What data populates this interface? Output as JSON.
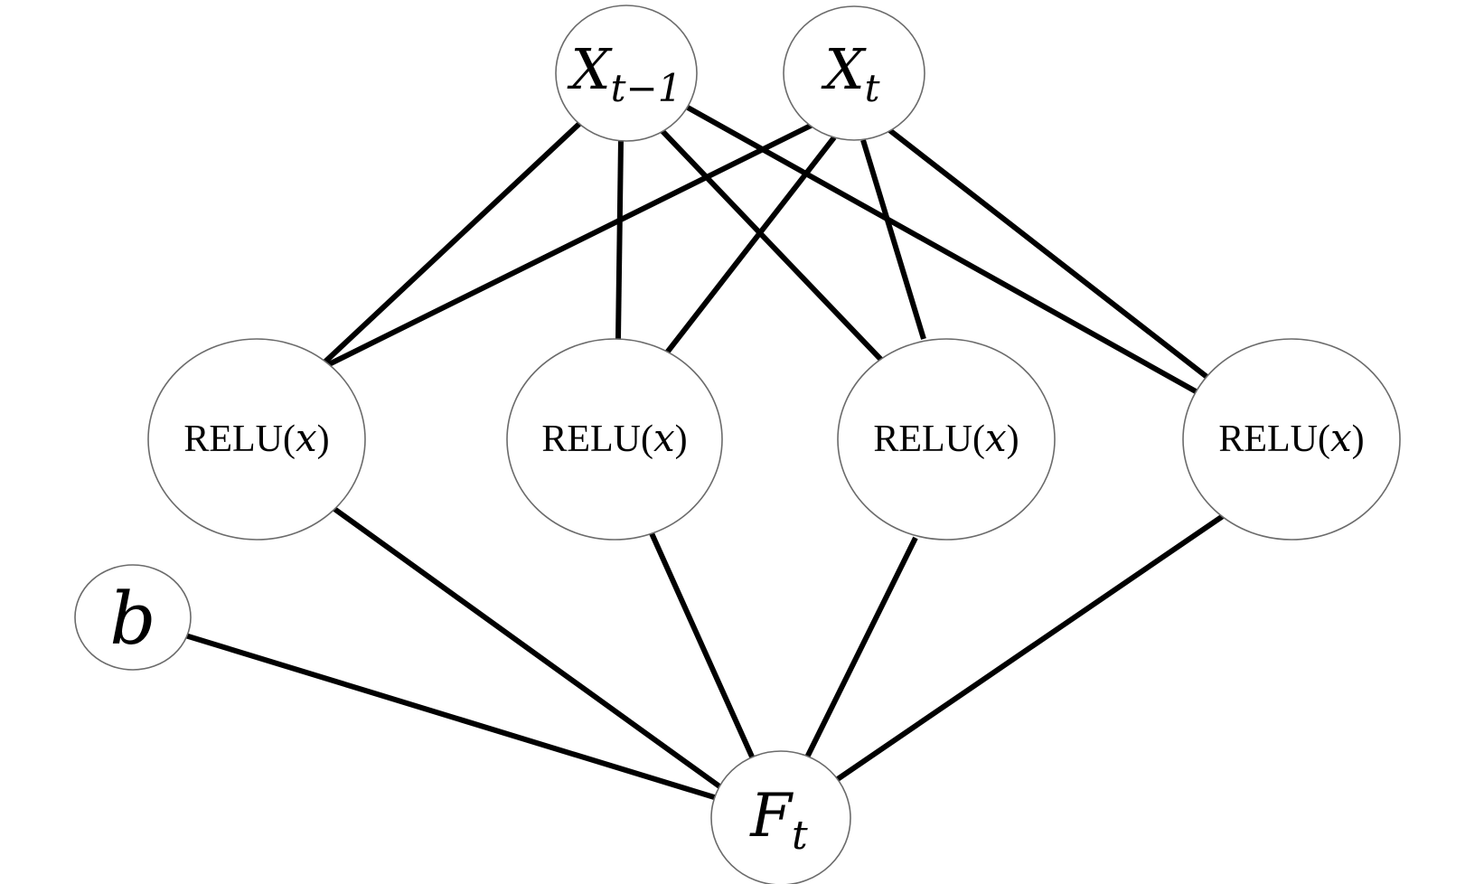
{
  "nodes": {
    "x_prev": {
      "main": "X",
      "sub": "t−1"
    },
    "x_curr": {
      "main": "X",
      "sub": "t"
    },
    "relu_1": {
      "func": "RELU",
      "open": "(",
      "arg": "x",
      "close": ")"
    },
    "relu_2": {
      "func": "RELU",
      "open": "(",
      "arg": "x",
      "close": ")"
    },
    "relu_3": {
      "func": "RELU",
      "open": "(",
      "arg": "x",
      "close": ")"
    },
    "relu_4": {
      "func": "RELU",
      "open": "(",
      "arg": "x",
      "close": ")"
    },
    "bias": {
      "main": "b"
    },
    "output": {
      "main": "F",
      "sub": "t"
    }
  },
  "colors": {
    "edge": "#000000",
    "node_border": "#6b6b6b",
    "node_fill": "#ffffff",
    "background": "#ffffff"
  }
}
